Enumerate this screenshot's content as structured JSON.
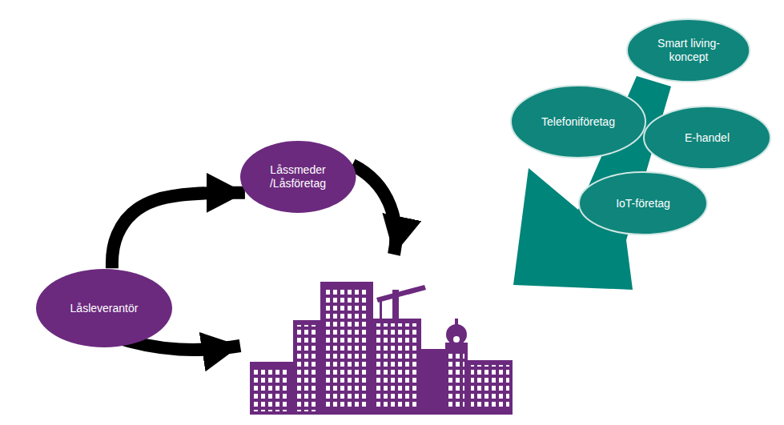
{
  "diagram": {
    "nodes": [
      {
        "text": [
          "Låssmeder /Låsföretag"
        ]
      },
      {
        "text": [
          "Låsleverantör"
        ]
      },
      {
        "text": [
          "Smart living-koncept"
        ]
      },
      {
        "text": [
          "Telefoniföretag"
        ]
      },
      {
        "text": [
          "E-handel"
        ]
      },
      {
        "text": [
          "IoT-företag"
        ]
      }
    ],
    "edges": [
      {
        "from": 1,
        "to": 0,
        "arrow": "to"
      }
    ]
  }
}
